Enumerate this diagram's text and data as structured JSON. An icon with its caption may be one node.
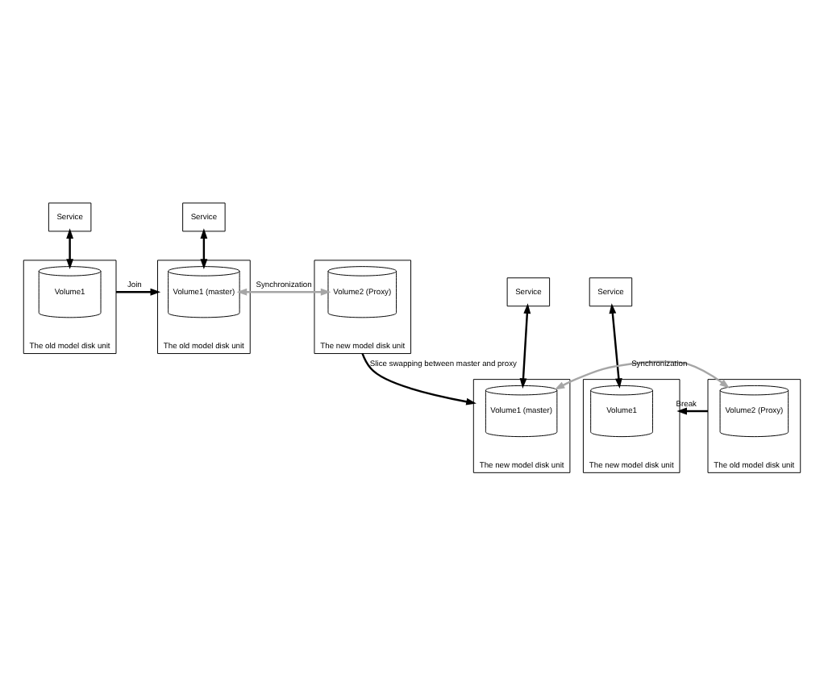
{
  "diagram": {
    "nodes": [
      {
        "text": [
          "The old model disk unit"
        ]
      },
      {
        "text": [
          "Service"
        ]
      },
      {
        "text": [
          "Volume1"
        ],
        "in": 0
      },
      {
        "text": [
          "The old model disk unit"
        ]
      },
      {
        "text": [
          "Service"
        ]
      },
      {
        "text": [
          "Volume1 (master)"
        ],
        "in": 3
      },
      {
        "text": [
          "The new model disk unit"
        ]
      },
      {
        "text": [
          "Volume2 (Proxy)"
        ],
        "in": 6
      },
      {
        "text": [
          "The new model disk unit"
        ]
      },
      {
        "text": [
          "Service"
        ]
      },
      {
        "text": [
          "Volume1"
        ],
        "in": 8
      },
      {
        "text": [
          "The old model disk unit"
        ]
      },
      {
        "text": [
          "Volume2 (Proxy)"
        ],
        "in": 11
      },
      {
        "text": [
          "The new model disk unit"
        ]
      },
      {
        "text": [
          "Service"
        ]
      },
      {
        "text": [
          "Volume1 (master)"
        ],
        "in": 13
      }
    ],
    "edges": [
      {
        "from": 1,
        "to": 2,
        "arrow": "both"
      },
      {
        "from": 0,
        "to": 3,
        "arrow": "to",
        "label": "Join"
      },
      {
        "from": 4,
        "to": 5,
        "arrow": "both"
      },
      {
        "from": 5,
        "to": 7,
        "arrow": "both",
        "label": "Synchronization",
        "color": "#a6a6a6"
      },
      {
        "from": 6,
        "to": 13,
        "arrow": "to",
        "label": "Slice swapping between master and proxy"
      },
      {
        "from": 14,
        "to": 15,
        "arrow": "both"
      },
      {
        "from": 15,
        "to": 12,
        "arrow": "both",
        "label": "Synchronization",
        "color": "#a6a6a6"
      },
      {
        "from": 11,
        "to": 8,
        "arrow": "to",
        "label": "Break"
      },
      {
        "from": 9,
        "to": 10,
        "arrow": "both"
      }
    ]
  }
}
